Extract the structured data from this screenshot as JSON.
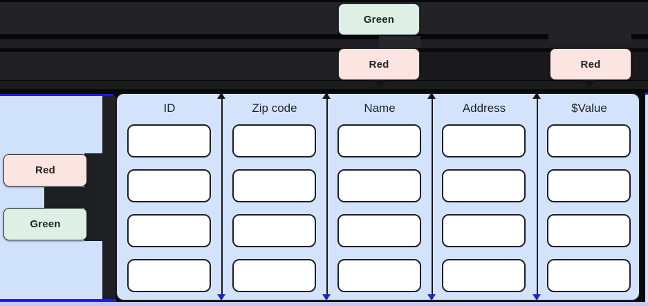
{
  "top_badges": {
    "green": {
      "label": "Green"
    },
    "red_name": {
      "label": "Red"
    },
    "red_value": {
      "label": "Red"
    }
  },
  "left_badges": {
    "red": {
      "label": "Red"
    },
    "green": {
      "label": "Green"
    }
  },
  "table": {
    "columns": [
      {
        "header": "ID",
        "rows": [
          "",
          "",
          "",
          ""
        ]
      },
      {
        "header": "Zip code",
        "rows": [
          "",
          "",
          "",
          ""
        ]
      },
      {
        "header": "Name",
        "rows": [
          "",
          "",
          "",
          ""
        ]
      },
      {
        "header": "Address",
        "rows": [
          "",
          "",
          "",
          ""
        ]
      },
      {
        "header": "$Value",
        "rows": [
          "",
          "",
          "",
          ""
        ]
      }
    ],
    "row_count": 4,
    "cell_values_visible": "all cells empty"
  },
  "colors": {
    "badge_green_bg": "#def0e5",
    "badge_red_bg": "#fce4e0",
    "badge_text": "#202327",
    "panel_blue": "#d0e2fb",
    "selection_blue": "#1d1de0",
    "lavender_strip": "#c8c6f1",
    "dark_band": "#232327",
    "cell_border": "#1b1d20"
  }
}
